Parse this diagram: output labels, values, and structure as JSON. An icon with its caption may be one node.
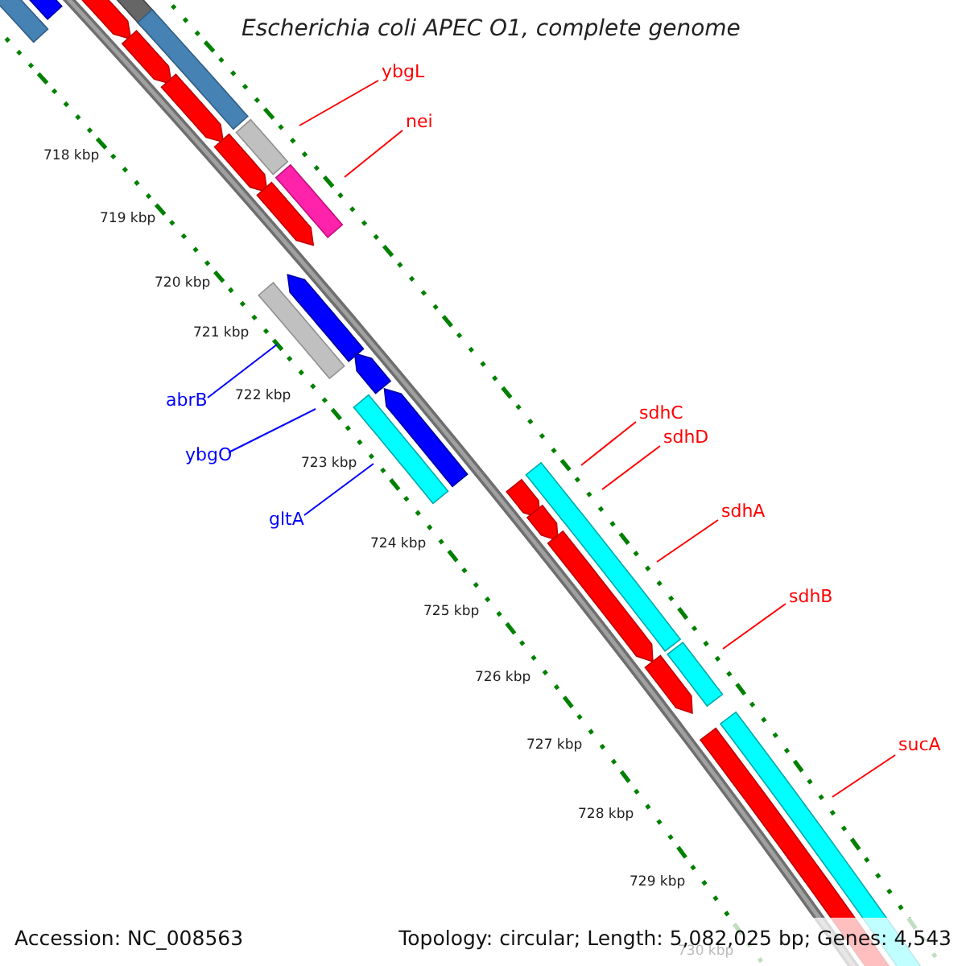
{
  "diagram": {
    "title": "Escherichia coli APEC O1, complete genome",
    "nodes": [
      {
        "text": [
          "ybgL"
        ]
      },
      {
        "text": [
          "nei"
        ]
      },
      {
        "text": [
          "abrB"
        ]
      },
      {
        "text": [
          "ybgO"
        ]
      },
      {
        "text": [
          "gltA"
        ]
      },
      {
        "text": [
          "sdhC"
        ]
      },
      {
        "text": [
          "sdhD"
        ]
      },
      {
        "text": [
          "sdhA"
        ]
      },
      {
        "text": [
          "sdhB"
        ]
      },
      {
        "text": [
          "sucA"
        ]
      }
    ],
    "edges": [
      {
        "from": 0,
        "to": null,
        "arrow": "none"
      },
      {
        "from": 1,
        "to": null,
        "arrow": "none"
      },
      {
        "from": 2,
        "to": null,
        "arrow": "none",
        "color": "#0000ff"
      },
      {
        "from": 3,
        "to": null,
        "arrow": "none",
        "color": "#0000ff"
      },
      {
        "from": 4,
        "to": null,
        "arrow": "none",
        "color": "#0000ff"
      },
      {
        "from": 5,
        "to": null,
        "arrow": "none"
      },
      {
        "from": 6,
        "to": null,
        "arrow": "none"
      },
      {
        "from": 7,
        "to": null,
        "arrow": "none"
      },
      {
        "from": 8,
        "to": null,
        "arrow": "none"
      },
      {
        "from": 9,
        "to": null,
        "arrow": "none"
      }
    ],
    "labels": [
      "718 kbp",
      "719 kbp",
      "720 kbp",
      "721 kbp",
      "722 kbp",
      "723 kbp",
      "724 kbp",
      "725 kbp",
      "726 kbp",
      "727 kbp",
      "728 kbp",
      "729 kbp",
      "730 kbp",
      "Accession: NC_008563",
      "Topology: circular; Length: 5,082,025 bp; Genes: 4,543"
    ]
  }
}
